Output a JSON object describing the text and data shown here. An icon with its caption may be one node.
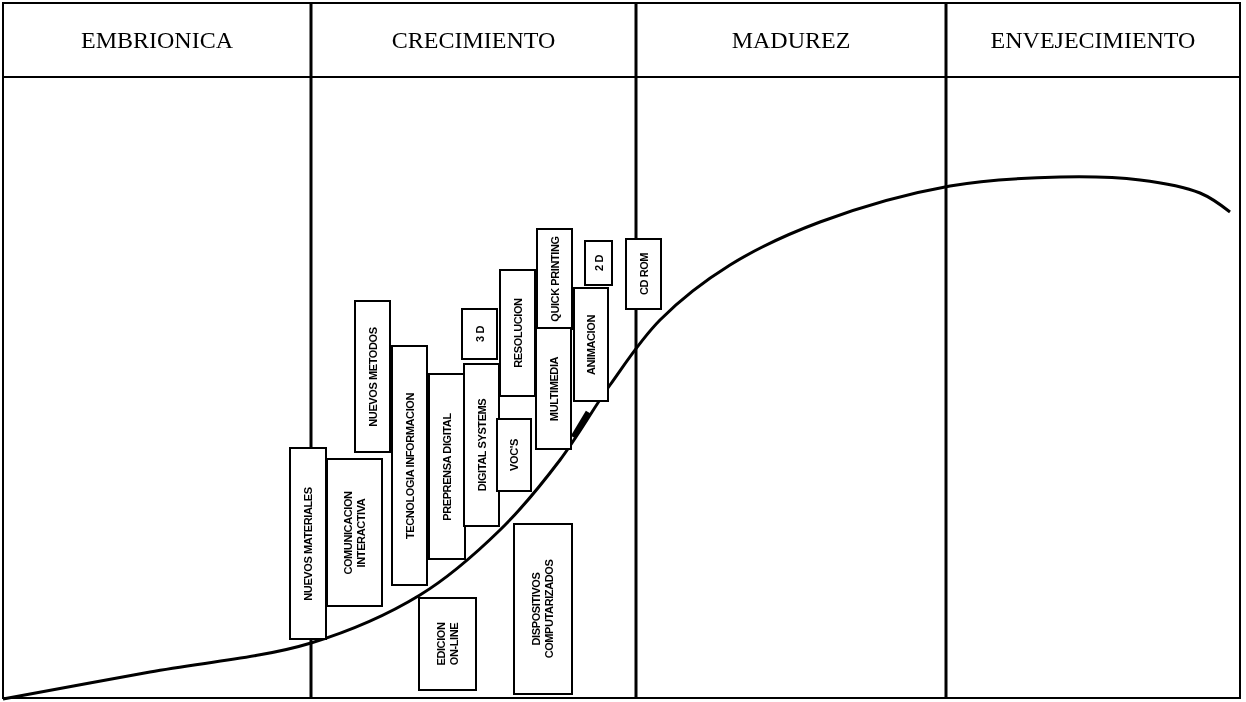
{
  "diagram": {
    "nodes": [
      {
        "text": [
          "EMBRIONICA"
        ]
      },
      {
        "text": [
          "CRECIMIENTO"
        ]
      },
      {
        "text": [
          "MADUREZ"
        ]
      },
      {
        "text": [
          "ENVEJECIMIENTO"
        ]
      },
      {
        "text": [
          "NUEVOS MATERIALES"
        ]
      },
      {
        "text": [
          "COMUNICACION INTERACTIVA"
        ]
      },
      {
        "text": [
          "NUEVOS METODOS"
        ]
      },
      {
        "text": [
          "TECNOLOGIA INFORMACION"
        ]
      },
      {
        "text": [
          "EDICION ON-LINE"
        ]
      },
      {
        "text": [
          "PREPRENSA DIGITAL"
        ]
      },
      {
        "text": [
          "3 D"
        ]
      },
      {
        "text": [
          "DIGITAL SYSTEMS"
        ]
      },
      {
        "text": [
          "VOC'S"
        ]
      },
      {
        "text": [
          "RESOLUCION"
        ]
      },
      {
        "text": [
          "DISPOSITIVOS COMPUTARIZADOS"
        ]
      },
      {
        "text": [
          "QUICK PRINTING"
        ]
      },
      {
        "text": [
          "MULTIMEDIA"
        ]
      },
      {
        "text": [
          "2 D"
        ]
      },
      {
        "text": [
          "ANIMACION"
        ]
      },
      {
        "text": [
          "CD ROM"
        ]
      }
    ]
  }
}
